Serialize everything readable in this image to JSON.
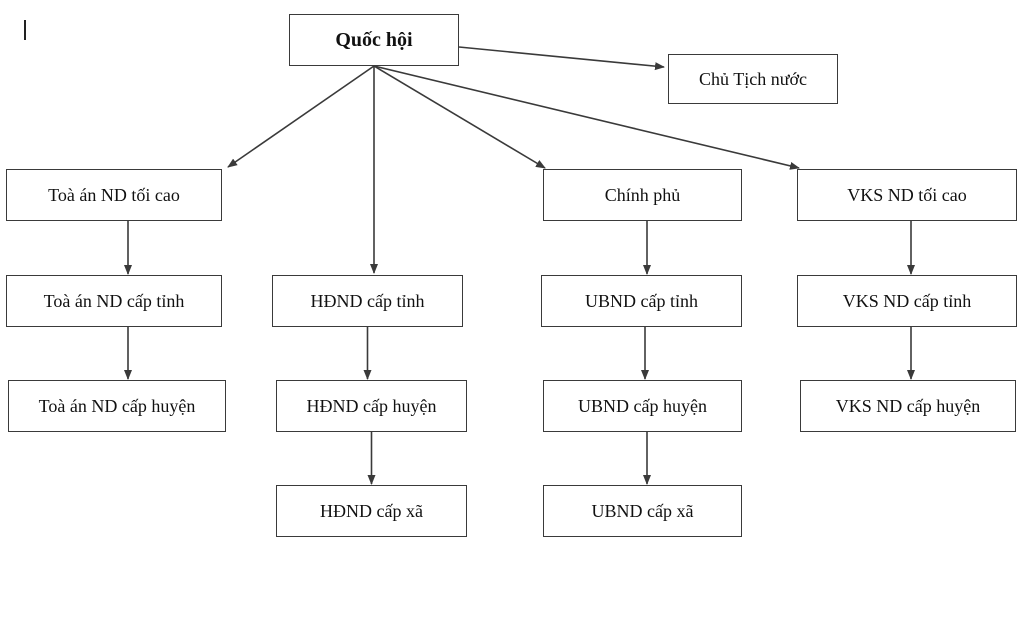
{
  "diagram": {
    "nodes": {
      "quoc_hoi": "Quốc hội",
      "chu_tich_nuoc": "Chủ Tịch nước",
      "toa_an_toi_cao": "Toà án ND tối cao",
      "chinh_phu": "Chính phủ",
      "vks_toi_cao": "VKS ND tối cao",
      "toa_an_cap_tinh": "Toà án ND cấp tỉnh",
      "hdnd_cap_tinh": "HĐND cấp tỉnh",
      "ubnd_cap_tinh": "UBND cấp tỉnh",
      "vks_cap_tinh": "VKS ND cấp tỉnh",
      "toa_an_cap_huyen": "Toà án ND cấp huyện",
      "hdnd_cap_huyen": "HĐND cấp huyện",
      "ubnd_cap_huyen": "UBND cấp huyện",
      "vks_cap_huyen": "VKS ND cấp huyện",
      "hdnd_cap_xa": "HĐND cấp xã",
      "ubnd_cap_xa": "UBND cấp xã"
    },
    "edges": [
      [
        "quoc_hoi",
        "chu_tich_nuoc"
      ],
      [
        "quoc_hoi",
        "toa_an_toi_cao"
      ],
      [
        "quoc_hoi",
        "hdnd_cap_tinh"
      ],
      [
        "quoc_hoi",
        "chinh_phu"
      ],
      [
        "quoc_hoi",
        "vks_toi_cao"
      ],
      [
        "toa_an_toi_cao",
        "toa_an_cap_tinh"
      ],
      [
        "toa_an_cap_tinh",
        "toa_an_cap_huyen"
      ],
      [
        "hdnd_cap_tinh",
        "hdnd_cap_huyen"
      ],
      [
        "hdnd_cap_huyen",
        "hdnd_cap_xa"
      ],
      [
        "chinh_phu",
        "ubnd_cap_tinh"
      ],
      [
        "ubnd_cap_tinh",
        "ubnd_cap_huyen"
      ],
      [
        "ubnd_cap_huyen",
        "ubnd_cap_xa"
      ],
      [
        "vks_toi_cao",
        "vks_cap_tinh"
      ],
      [
        "vks_cap_tinh",
        "vks_cap_huyen"
      ]
    ],
    "colors": {
      "line": "#3a3a3a",
      "border": "#3a3a3a",
      "background": "#ffffff"
    }
  }
}
